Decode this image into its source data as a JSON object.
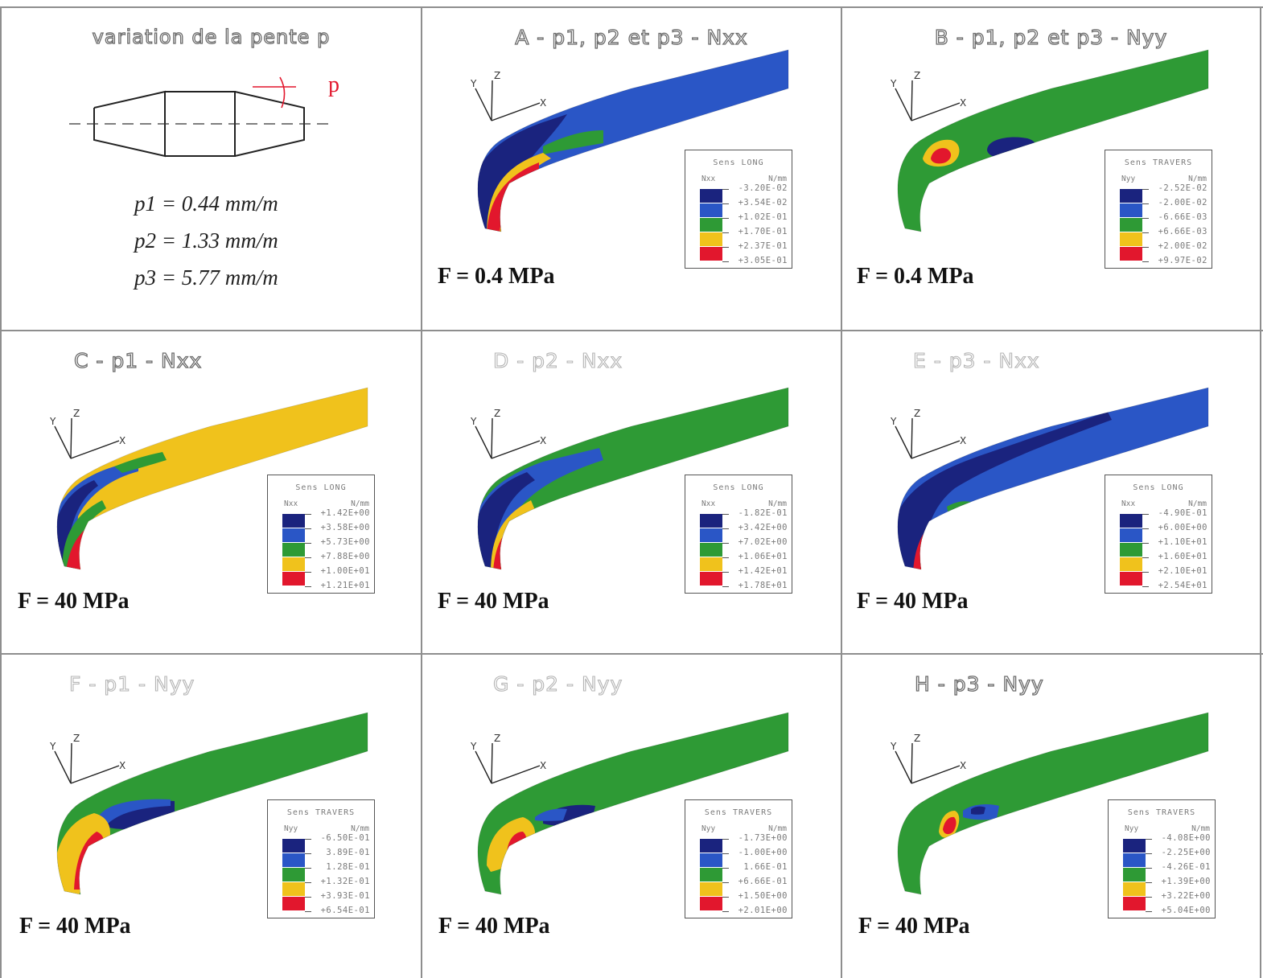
{
  "colors": {
    "dark_blue": "#1a237e",
    "blue": "#2a56c6",
    "green": "#2e9a35",
    "yellow": "#f0c21c",
    "red": "#e2172d"
  },
  "intro": {
    "title": "variation de la pente p",
    "p_label": "p",
    "formulas": [
      "p1 = 0.44 mm/m",
      "p2 = 1.33 mm/m",
      "p3 = 5.77 mm/m"
    ]
  },
  "axes_labels": {
    "x": "X",
    "y": "Y",
    "z": "Z"
  },
  "panels": [
    {
      "id": "A",
      "title": "A - p1, p2 et p3 - Nxx",
      "force": "F = 0.4 MPa",
      "pattern": "A",
      "legend": {
        "title": "Sens LONG",
        "quantity": "Nxx",
        "unit": "N/mm",
        "values": [
          "-3.20E-02",
          "+3.54E-02",
          "+1.02E-01",
          "+1.70E-01",
          "+2.37E-01",
          "+3.05E-01"
        ]
      }
    },
    {
      "id": "B",
      "title": "B - p1, p2 et p3 - Nyy",
      "force": "F = 0.4 MPa",
      "pattern": "B",
      "legend": {
        "title": "Sens TRAVERS",
        "quantity": "Nyy",
        "unit": "N/mm",
        "values": [
          "-2.52E-02",
          "-2.00E-02",
          "-6.66E-03",
          "+6.66E-03",
          "+2.00E-02",
          "+9.97E-02"
        ]
      }
    },
    {
      "id": "C",
      "title": "C - p1 - Nxx",
      "force": "F = 40 MPa",
      "pattern": "C",
      "legend": {
        "title": "Sens LONG",
        "quantity": "Nxx",
        "unit": "N/mm",
        "values": [
          "+1.42E+00",
          "+3.58E+00",
          "+5.73E+00",
          "+7.88E+00",
          "+1.00E+01",
          "+1.21E+01"
        ]
      }
    },
    {
      "id": "D",
      "title": "D - p2 - Nxx",
      "force": "F = 40 MPa",
      "pattern": "D",
      "legend": {
        "title": "Sens LONG",
        "quantity": "Nxx",
        "unit": "N/mm",
        "values": [
          "-1.82E-01",
          "+3.42E+00",
          "+7.02E+00",
          "+1.06E+01",
          "+1.42E+01",
          "+1.78E+01"
        ]
      }
    },
    {
      "id": "E",
      "title": "E - p3 - Nxx",
      "force": "F = 40 MPa",
      "pattern": "E",
      "legend": {
        "title": "Sens LONG",
        "quantity": "Nxx",
        "unit": "N/mm",
        "values": [
          "-4.90E-01",
          "+6.00E+00",
          "+1.10E+01",
          "+1.60E+01",
          "+2.10E+01",
          "+2.54E+01"
        ]
      }
    },
    {
      "id": "F",
      "title": "F - p1 - Nyy",
      "force": "F = 40 MPa",
      "pattern": "F",
      "legend": {
        "title": "Sens TRAVERS",
        "quantity": "Nyy",
        "unit": "N/mm",
        "values": [
          "-6.50E-01",
          "3.89E-01",
          "1.28E-01",
          "+1.32E-01",
          "+3.93E-01",
          "+6.54E-01"
        ]
      }
    },
    {
      "id": "G",
      "title": "G - p2 - Nyy",
      "force": "F = 40 MPa",
      "pattern": "G",
      "legend": {
        "title": "Sens TRAVERS",
        "quantity": "Nyy",
        "unit": "N/mm",
        "values": [
          "-1.73E+00",
          "-1.00E+00",
          "1.66E-01",
          "+6.66E-01",
          "+1.50E+00",
          "+2.01E+00"
        ]
      }
    },
    {
      "id": "H",
      "title": "H - p3 - Nyy",
      "force": "F = 40 MPa",
      "pattern": "H",
      "legend": {
        "title": "Sens TRAVERS",
        "quantity": "Nyy",
        "unit": "N/mm",
        "values": [
          "-4.08E+00",
          "-2.25E+00",
          "-4.26E-01",
          "+1.39E+00",
          "+3.22E+00",
          "+5.04E+00"
        ]
      }
    }
  ]
}
